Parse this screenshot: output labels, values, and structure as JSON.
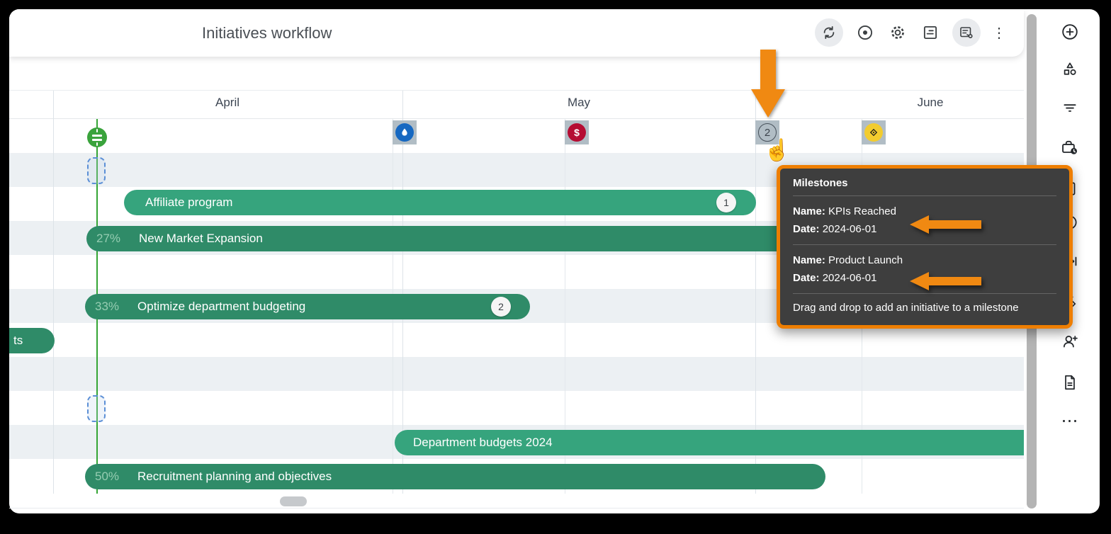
{
  "header": {
    "title": "Initiatives workflow",
    "toolbar_icons": [
      "sync-icon",
      "target-icon",
      "settings-gear-icon",
      "notes-icon",
      "milestones-panel-icon",
      "kebab-menu-icon"
    ]
  },
  "timeline": {
    "months": [
      "April",
      "May",
      "June"
    ]
  },
  "milestone_markers": [
    {
      "type": "water-drop",
      "color": "#1668c1"
    },
    {
      "type": "dollar",
      "glyph": "$",
      "color": "#b50d33"
    },
    {
      "type": "stacked-count",
      "value": "2"
    },
    {
      "type": "diamond",
      "color": "#f2cc2e"
    }
  ],
  "bars": [
    {
      "label": "Affiliate program",
      "badge": "1"
    },
    {
      "percent": "27%",
      "label": "New Market Expansion"
    },
    {
      "percent": "33%",
      "label": "Optimize department budgeting",
      "badge": "2"
    },
    {
      "label": "ts"
    },
    {
      "label": "Department budgets 2024"
    },
    {
      "percent": "50%",
      "label": "Recruitment planning and objectives"
    }
  ],
  "tooltip": {
    "title": "Milestones",
    "entries": [
      {
        "name_label": "Name:",
        "name": "KPIs Reached",
        "date_label": "Date:",
        "date": "2024-06-01"
      },
      {
        "name_label": "Name:",
        "name": "Product Launch",
        "date_label": "Date:",
        "date": "2024-06-01"
      }
    ],
    "footer": "Drag and drop to add an initiative to a milestone"
  },
  "sidebar": {
    "icons": [
      "add-icon",
      "shapes-icon",
      "filter-icon",
      "briefcase-clock-icon",
      "clipboard-icon",
      "clock-icon",
      "arrow-right-icon",
      "milestone-diamond-icon",
      "add-person-icon",
      "document-icon",
      "ellipsis-icon"
    ]
  },
  "glyphs": {
    "kebab": "⋮",
    "ellipsis": "⋯",
    "cursor": "☝"
  },
  "colors": {
    "bar_green_light": "#36a47d",
    "bar_green_dark": "#2f8b68",
    "today_line": "#35a535",
    "milestone_square": "#b1bdc5",
    "tooltip_border": "#ee7e00",
    "annotation_orange": "#f08912"
  }
}
